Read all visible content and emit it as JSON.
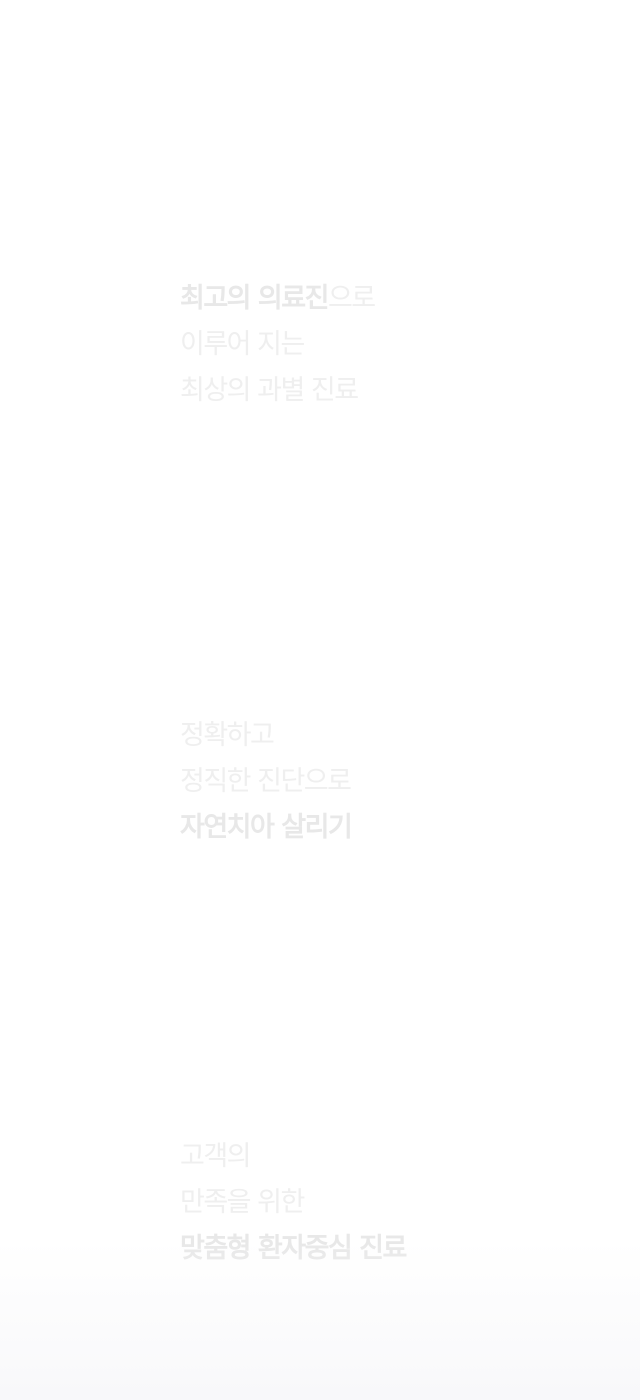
{
  "sections": [
    {
      "lines": [
        {
          "bold": "최고의 의료진",
          "rest": "으로"
        },
        {
          "text": "이루어 지는"
        },
        {
          "text": "최상의 과별 진료"
        }
      ]
    },
    {
      "lines": [
        {
          "text": "정확하고"
        },
        {
          "text": "정직한 진단으로"
        },
        {
          "bold": "자연치아 살리기"
        }
      ]
    },
    {
      "lines": [
        {
          "text": "고객의"
        },
        {
          "text": "만족을 위한"
        },
        {
          "bold": "맞춤형 환자중심 진료"
        }
      ]
    }
  ]
}
